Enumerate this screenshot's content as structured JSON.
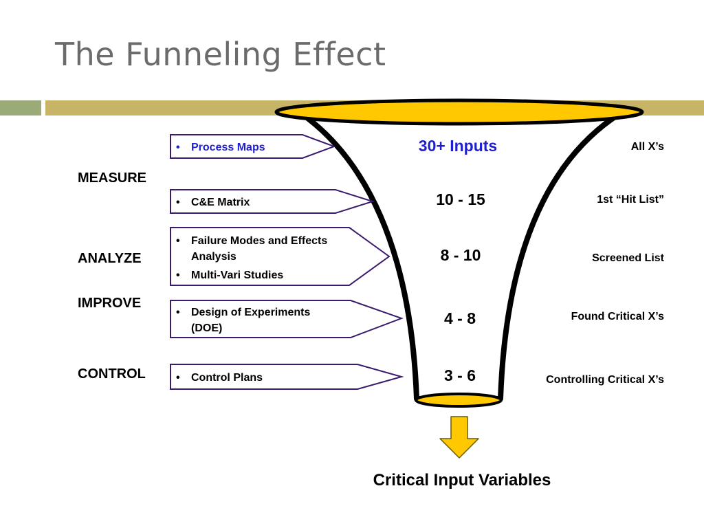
{
  "title": "The Funneling Effect",
  "phases": {
    "measure": "MEASURE",
    "analyze": "ANALYZE",
    "improve": "IMPROVE",
    "control": "CONTROL"
  },
  "tools": [
    {
      "lines": [
        "Process Maps"
      ],
      "bullet": "•"
    },
    {
      "lines": [
        "C&E Matrix"
      ],
      "bullet": "•"
    },
    {
      "lines": [
        "Failure Modes and Effects",
        "Analysis"
      ],
      "bullet": "•"
    },
    {
      "lines": [
        "Multi-Vari Studies"
      ],
      "bullet": "•"
    },
    {
      "lines": [
        "Design of Experiments",
        "(DOE)"
      ],
      "bullet": "•"
    },
    {
      "lines": [
        "Control Plans"
      ],
      "bullet": "•"
    }
  ],
  "counts": [
    "30+ Inputs",
    "10 - 15",
    "8 - 10",
    "4 - 8",
    "3 - 6"
  ],
  "descriptions": [
    "All X’s",
    "1st “Hit List”",
    "Screened List",
    "Found Critical X’s",
    "Controlling Critical X’s"
  ],
  "footer": "Critical Input Variables",
  "colors": {
    "title": "#6b6b6b",
    "band_green": "#9aab78",
    "band_olive": "#c7b467",
    "funnel_fill": "#ffc800",
    "funnel_outline": "#000000",
    "box_border": "#3a1a6e",
    "highlight_text": "#1f1fd0"
  }
}
